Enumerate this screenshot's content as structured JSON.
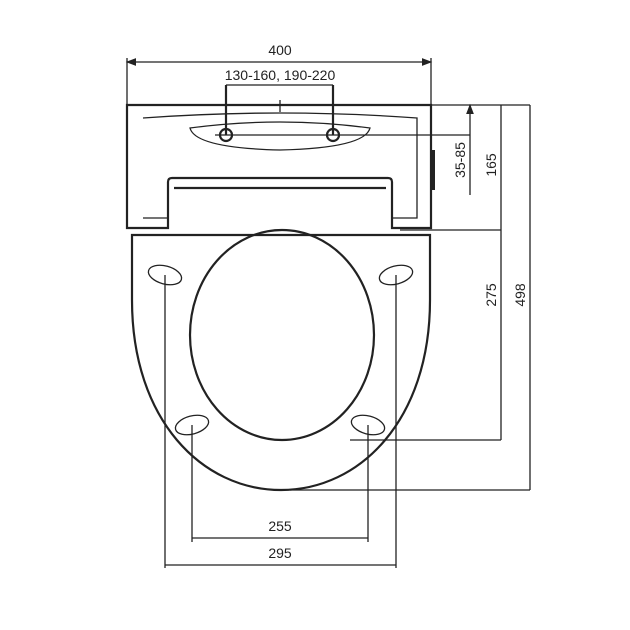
{
  "dimensions": {
    "overall_width": "400",
    "hinge_spacing": "130-160, 190-220",
    "hinge_offset": "35-85",
    "tank_depth": "165",
    "seat_hole_depth": "275",
    "overall_length": "498",
    "inner_hole_spacing": "255",
    "outer_hole_spacing": "295"
  }
}
